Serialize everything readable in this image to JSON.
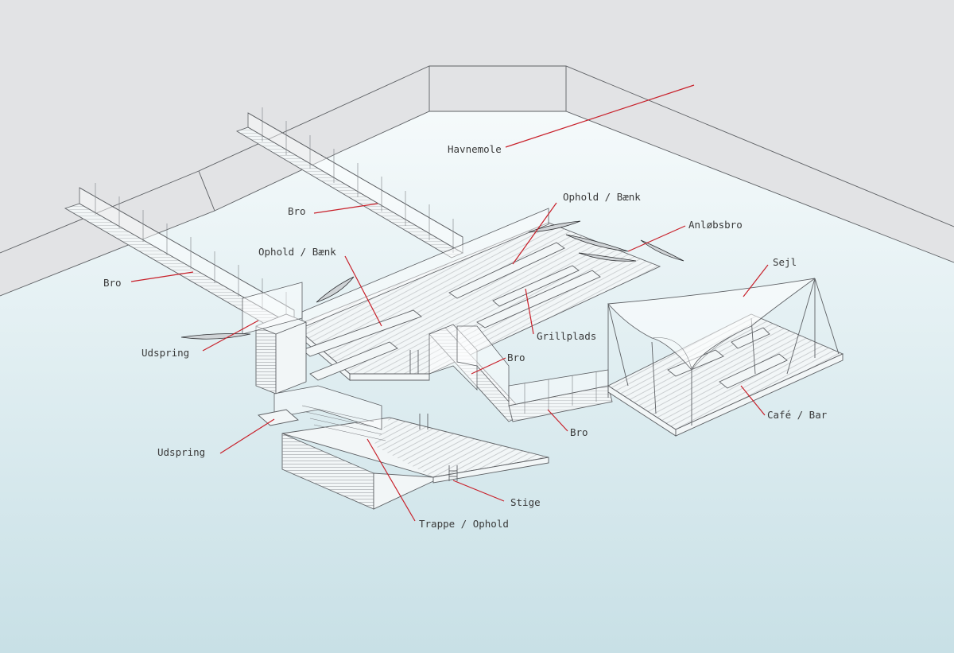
{
  "labels": {
    "havnemole": "Havnemole",
    "bro_top": "Bro",
    "bro_left": "Bro",
    "ophold_baenk_top": "Ophold / Bænk",
    "ophold_baenk_mid": "Ophold / Bænk",
    "anlobsbro": "Anløbsbro",
    "sejl": "Sejl",
    "grillplads": "Grillplads",
    "udspring_top": "Udspring",
    "bro_center": "Bro",
    "bro_lower": "Bro",
    "cafe_bar": "Café / Bar",
    "udspring_lower": "Udspring",
    "stige": "Stige",
    "trappe_ophold": "Trappe / Ophold"
  },
  "colors": {
    "leader": "#c8202a",
    "water_top": "#f3f9fa",
    "water_bottom": "#c9e1e7",
    "quay": "#e2e3e5",
    "linework": "#5d6064"
  }
}
